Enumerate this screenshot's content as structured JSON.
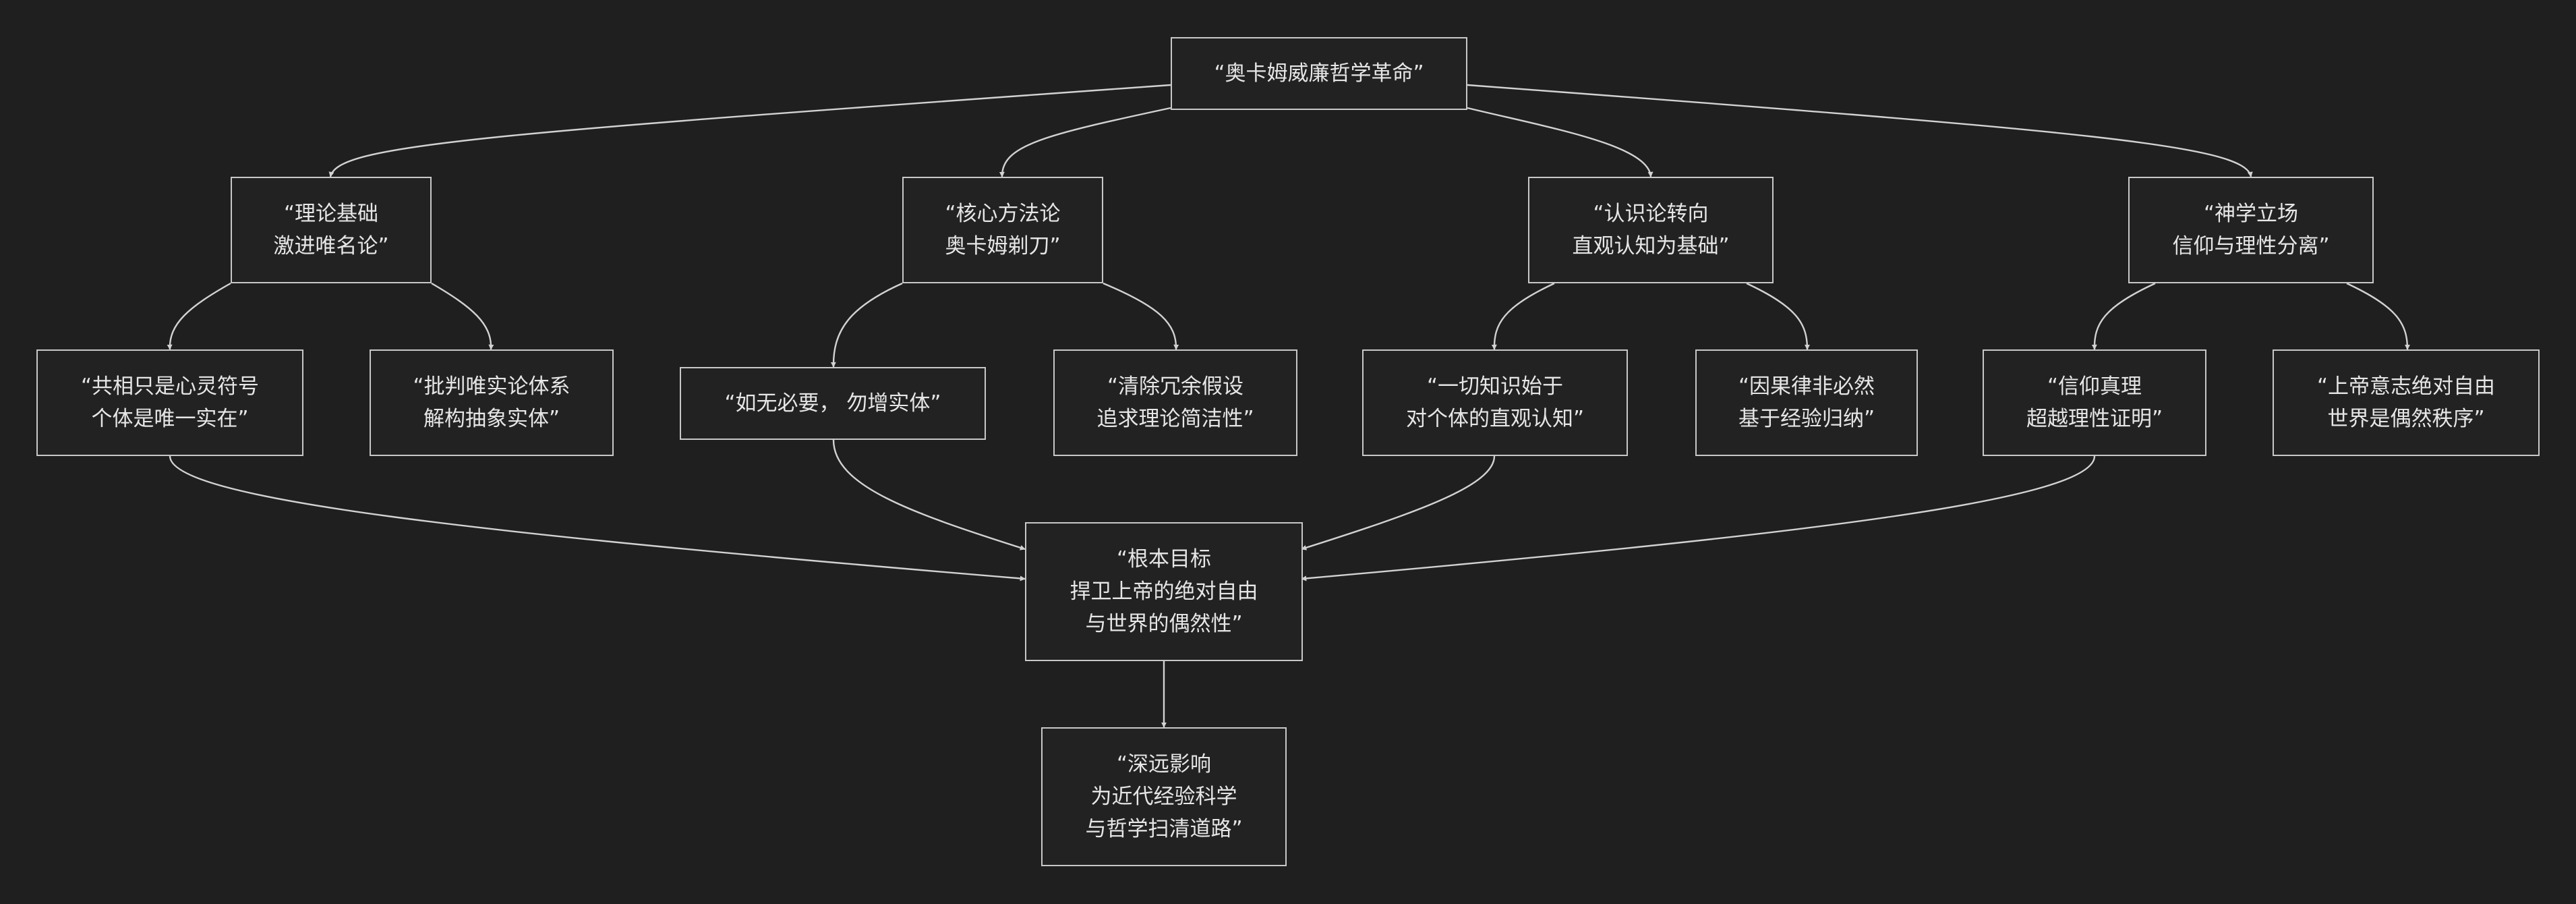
{
  "diagram": {
    "type": "flowchart",
    "colors": {
      "background": "#1f1f1f",
      "node_border": "#c8c8c8",
      "text": "#e6e6e6",
      "edge": "#d2d2d2"
    },
    "nodes": {
      "root": {
        "lines": [
          "“奥卡姆威廉哲学革命”"
        ]
      },
      "theory": {
        "lines": [
          "“理论基础",
          "激进唯名论”"
        ]
      },
      "method": {
        "lines": [
          "“核心方法论",
          "奥卡姆剃刀”"
        ]
      },
      "epist": {
        "lines": [
          "“认识论转向",
          "直观认知为基础”"
        ]
      },
      "theo": {
        "lines": [
          "“神学立场",
          "信仰与理性分离”"
        ]
      },
      "t1": {
        "lines": [
          "“共相只是心灵符号",
          "个体是唯一实在”"
        ]
      },
      "t2": {
        "lines": [
          "“批判唯实论体系",
          "解构抽象实体”"
        ]
      },
      "m1": {
        "lines": [
          "“如无必要， 勿增实体”"
        ]
      },
      "m2": {
        "lines": [
          "“清除冗余假设",
          "追求理论简洁性”"
        ]
      },
      "e1": {
        "lines": [
          "“一切知识始于",
          "对个体的直观认知”"
        ]
      },
      "e2": {
        "lines": [
          "“因果律非必然",
          "基于经验归纳”"
        ]
      },
      "g1": {
        "lines": [
          "“信仰真理",
          "超越理性证明”"
        ]
      },
      "g2": {
        "lines": [
          "“上帝意志绝对自由",
          "世界是偶然秩序”"
        ]
      },
      "goal": {
        "lines": [
          "“根本目标",
          "捍卫上帝的绝对自由",
          "与世界的偶然性”"
        ]
      },
      "influence": {
        "lines": [
          "“深远影响",
          "为近代经验科学",
          "与哲学扫清道路”"
        ]
      }
    },
    "edges": [
      [
        "root",
        "theory"
      ],
      [
        "root",
        "method"
      ],
      [
        "root",
        "epist"
      ],
      [
        "root",
        "theo"
      ],
      [
        "theory",
        "t1"
      ],
      [
        "theory",
        "t2"
      ],
      [
        "method",
        "m1"
      ],
      [
        "method",
        "m2"
      ],
      [
        "epist",
        "e1"
      ],
      [
        "epist",
        "e2"
      ],
      [
        "theo",
        "g1"
      ],
      [
        "theo",
        "g2"
      ],
      [
        "t1",
        "goal"
      ],
      [
        "m1",
        "goal"
      ],
      [
        "e1",
        "goal"
      ],
      [
        "g1",
        "goal"
      ],
      [
        "goal",
        "influence"
      ]
    ]
  }
}
